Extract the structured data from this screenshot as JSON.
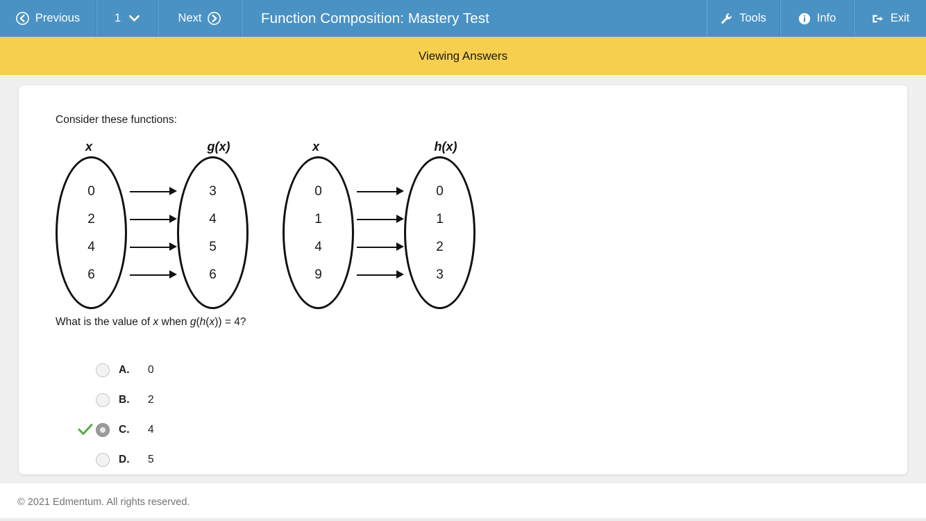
{
  "header": {
    "previous_label": "Previous",
    "page_number": "1",
    "next_label": "Next",
    "title": "Function Composition: Mastery Test",
    "tools_label": "Tools",
    "info_label": "Info",
    "exit_label": "Exit",
    "background_color": "#4a92c4"
  },
  "banner": {
    "text": "Viewing Answers",
    "background_color": "#f6cf4e"
  },
  "content": {
    "stem": "Consider these functions:",
    "question_parts": {
      "p1": "What is the value of ",
      "x1": "x",
      "p2": " when ",
      "g": "g",
      "paren1": "(",
      "h": "h",
      "paren2": "(",
      "x2": "x",
      "paren3": "))",
      "p3": " = 4?"
    },
    "question_plain": "What is the value of x when g(h(x)) = 4?"
  },
  "diagrams": [
    {
      "input_label": "x",
      "output_label": "g(x)",
      "inputs": [
        "0",
        "2",
        "4",
        "6"
      ],
      "outputs": [
        "3",
        "4",
        "5",
        "6"
      ]
    },
    {
      "input_label": "x",
      "output_label": "h(x)",
      "inputs": [
        "0",
        "1",
        "4",
        "9"
      ],
      "outputs": [
        "0",
        "1",
        "2",
        "3"
      ]
    }
  ],
  "choices": [
    {
      "letter": "A.",
      "value": "0",
      "selected": false,
      "correct_check": false
    },
    {
      "letter": "B.",
      "value": "2",
      "selected": false,
      "correct_check": false
    },
    {
      "letter": "C.",
      "value": "4",
      "selected": true,
      "correct_check": true
    },
    {
      "letter": "D.",
      "value": "5",
      "selected": false,
      "correct_check": false
    }
  ],
  "footer": {
    "copyright": "© 2021 Edmentum. All rights reserved."
  },
  "colors": {
    "header_blue": "#4a92c4",
    "banner_yellow": "#f6cf4e",
    "check_green": "#5aa84f",
    "page_bg": "#f0f0f0"
  }
}
